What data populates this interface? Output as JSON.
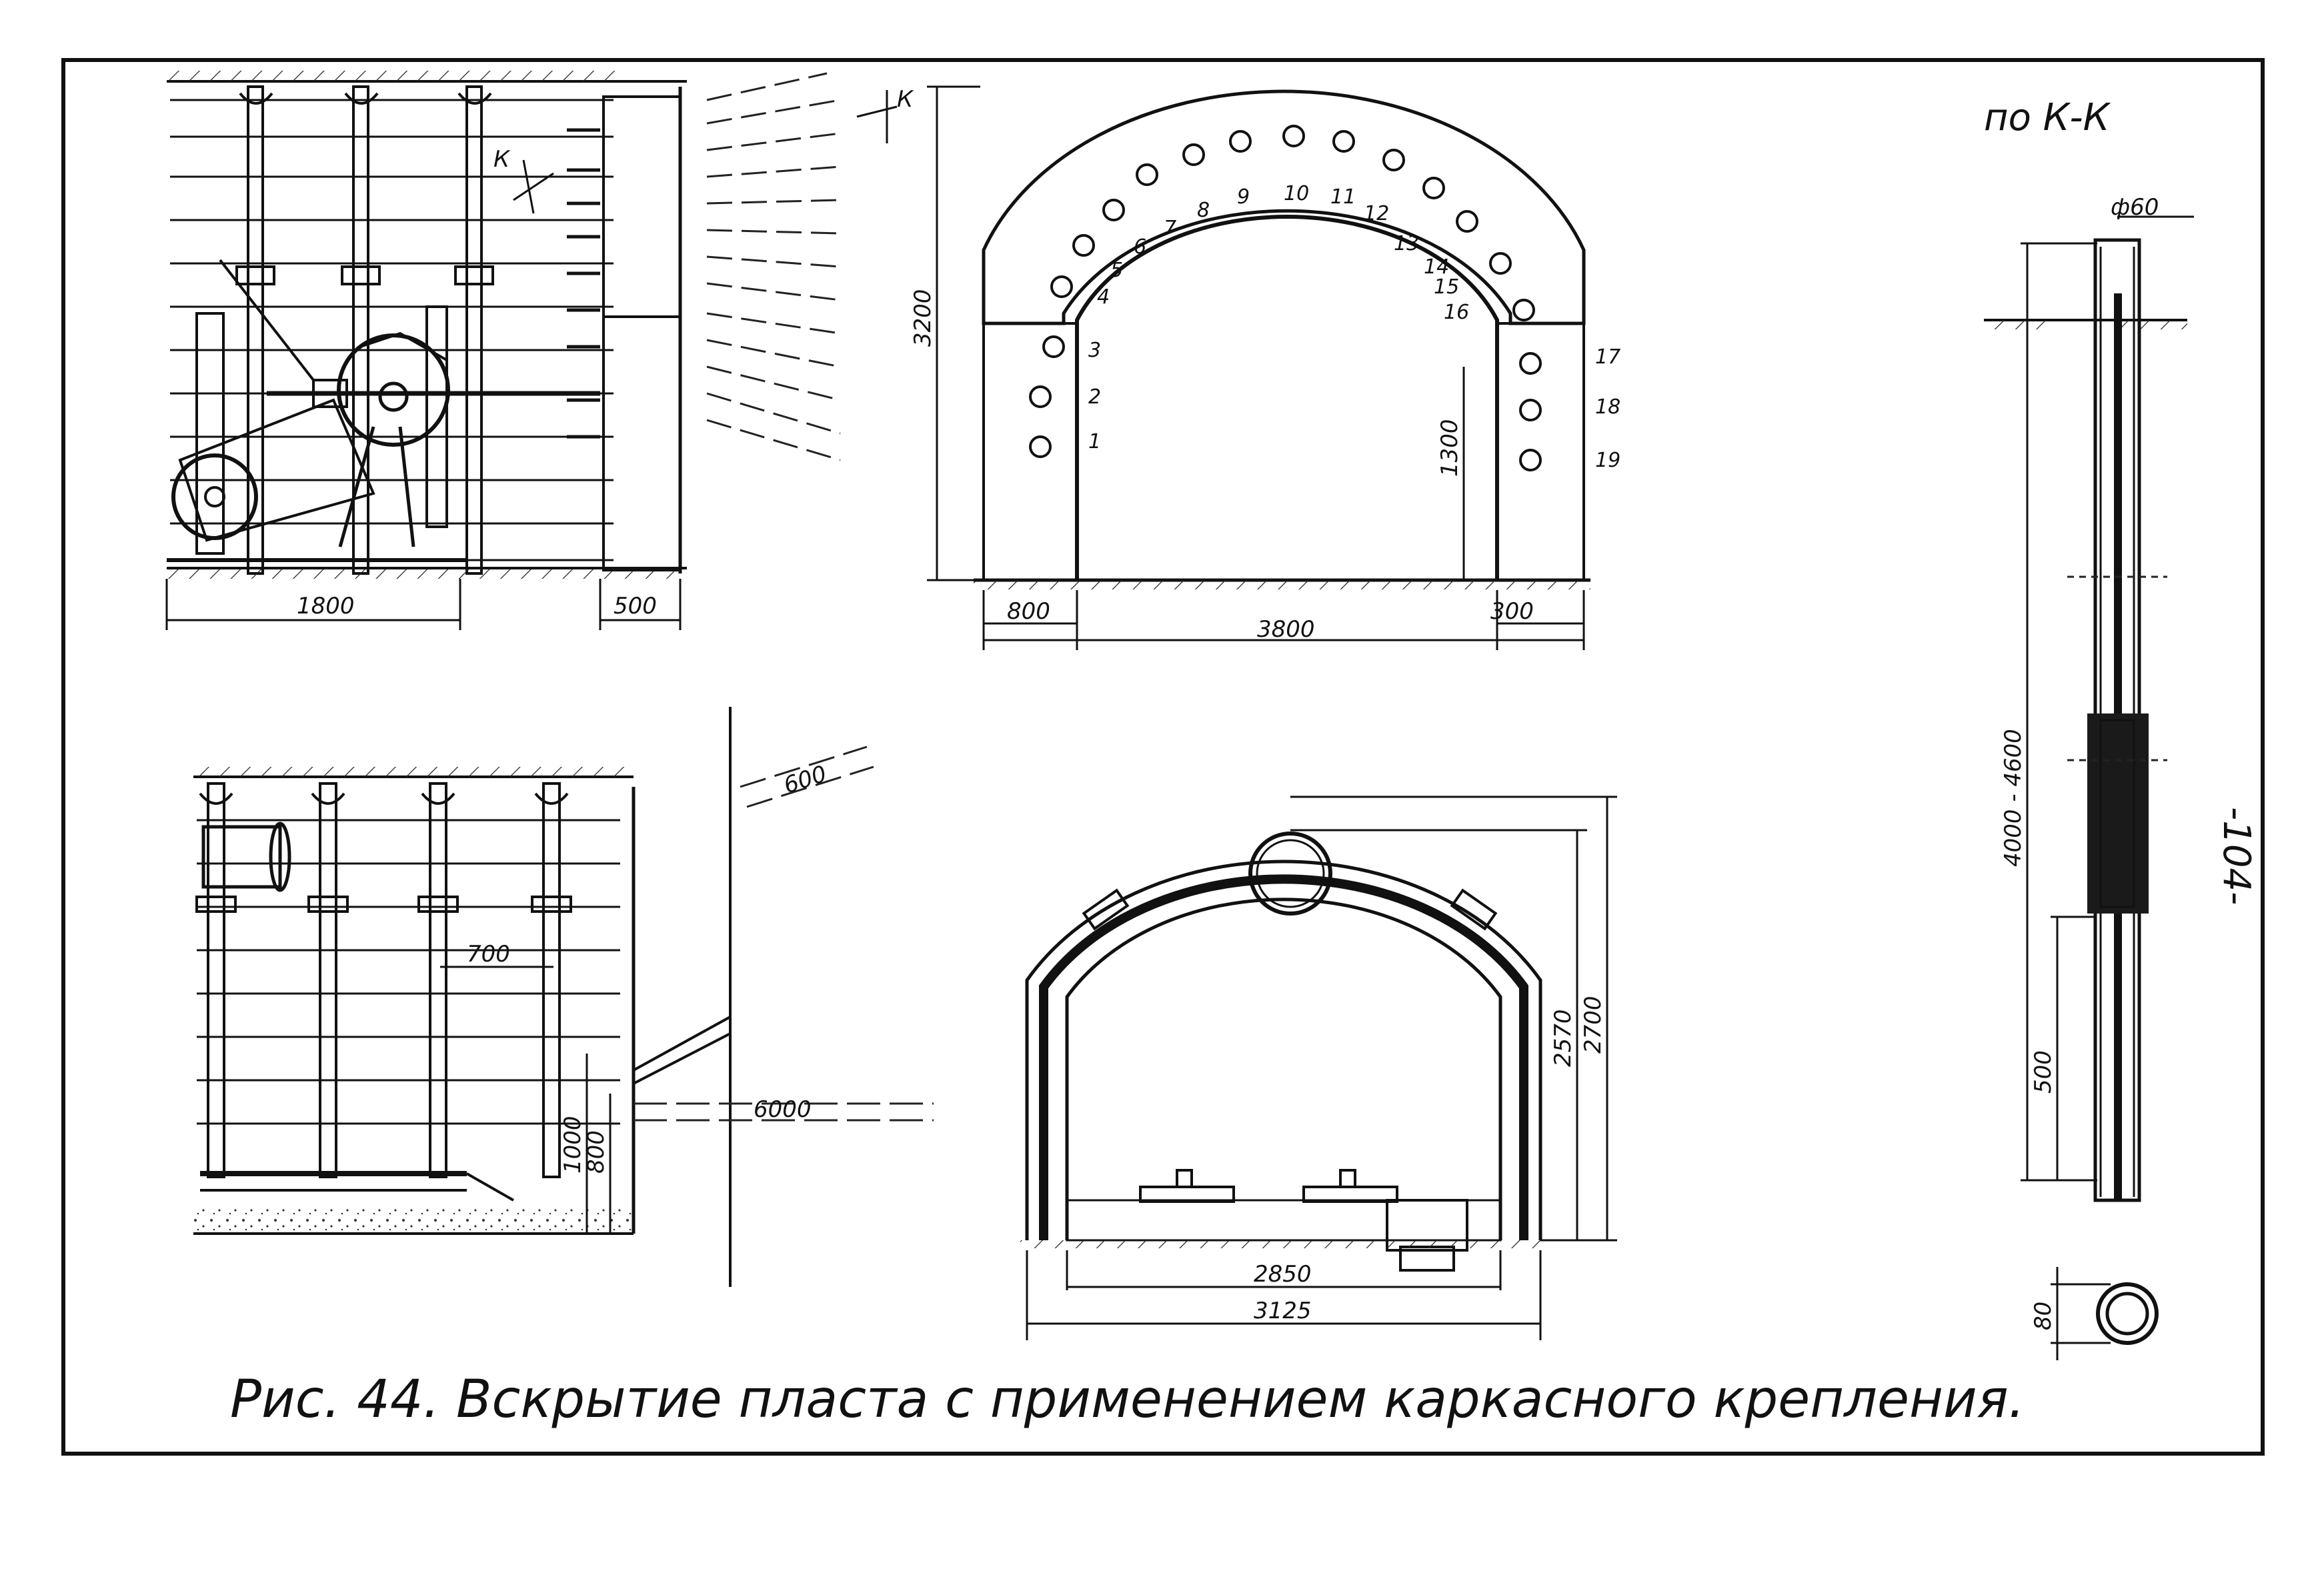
{
  "caption": "Рис. 44. Вскрытие пласта с применением каркасного крепления.",
  "section_label": "по К-К",
  "page_number": "-104-",
  "cut_letters": [
    "К",
    "К",
    "К"
  ],
  "dimensions": {
    "top_left_width": "1800",
    "top_left_wall": "500",
    "arch_left_wall": "800",
    "arch_span": "3800",
    "arch_right_wall": "300",
    "arch_height": "3200",
    "arch_wall_height": "1300",
    "bottom_left_spacing": "700",
    "bottom_left_h1": "1000",
    "bottom_left_h2": "800",
    "borehole_upper": "600",
    "borehole_lower": "6000",
    "tunnel_inner_height": "2570",
    "tunnel_outer_height": "2700",
    "tunnel_inner_width": "2850",
    "tunnel_outer_width": "3125",
    "pipe_diameter": "ф60",
    "pipe_length": "4000 - 4600",
    "pipe_lower": "500",
    "pipe_section": "80"
  },
  "hole_numbers": [
    "1",
    "2",
    "3",
    "4",
    "5",
    "6",
    "7",
    "8",
    "9",
    "10",
    "11",
    "12",
    "13",
    "14",
    "15",
    "16",
    "17",
    "18",
    "19"
  ]
}
